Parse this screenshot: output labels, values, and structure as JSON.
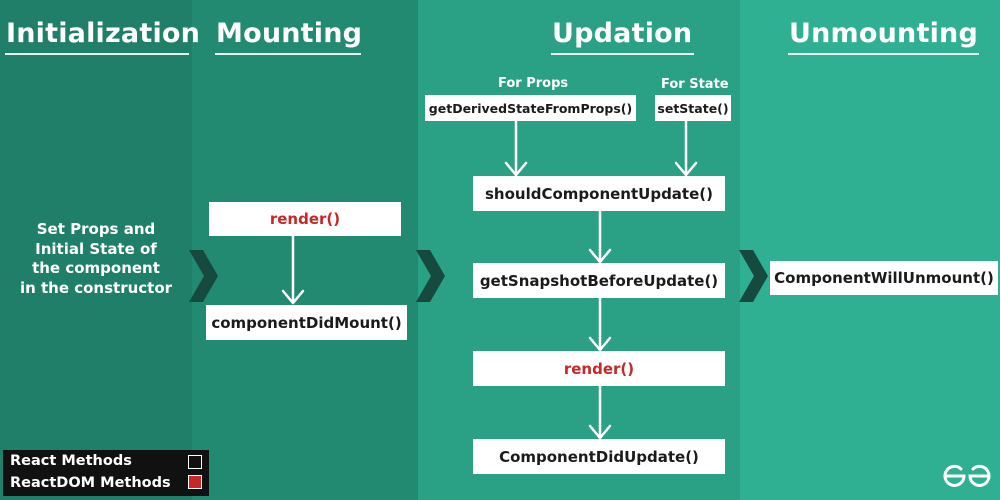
{
  "phases": {
    "initialization": "Initialization",
    "mounting": "Mounting",
    "updation": "Updation",
    "unmounting": "Unmounting"
  },
  "initialization": {
    "lines": [
      "Set Props and",
      "Initial State of",
      "the component",
      "in the constructor"
    ]
  },
  "mounting": {
    "render": "render()",
    "did_mount": "componentDidMount()"
  },
  "updation": {
    "for_props": "For Props",
    "for_state": "For State",
    "derived_state": "getDerivedStateFromProps()",
    "set_state": "setState()",
    "should_update": "shouldComponentUpdate()",
    "snapshot": "getSnapshotBeforeUpdate()",
    "render": "render()",
    "did_update": "ComponentDidUpdate()"
  },
  "unmounting": {
    "will_unmount": "ComponentWillUnmount()"
  },
  "legend": {
    "react_methods": "React Methods",
    "reactdom_methods": "ReactDOM Methods"
  },
  "colors": {
    "reactdom_red": "#c62828",
    "initialization_bg": "#1f7f68",
    "mounting_bg": "#228a71",
    "updation_bg": "#2aa084",
    "unmounting_bg": "#2fb092"
  },
  "logo_icon": "geeksforgeeks-logo-icon"
}
